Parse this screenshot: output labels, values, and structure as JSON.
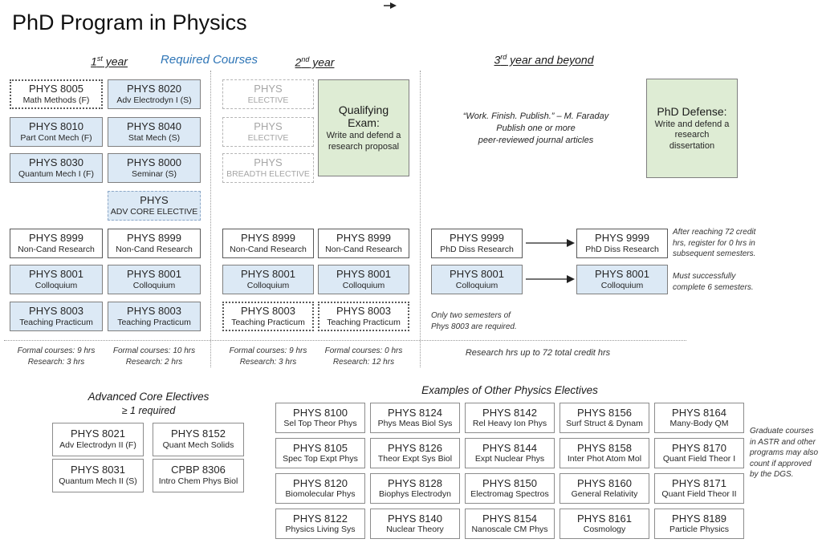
{
  "title": "PhD Program in Physics",
  "colors": {
    "blue_fill": "#dce9f5",
    "green_fill": "#deecd4",
    "accent_blue": "#2e75b6",
    "grey_text": "#a6a6a6"
  },
  "headers": {
    "required_courses": "Required Courses",
    "year1": {
      "num": "1",
      "sup": "st",
      "rest": " year"
    },
    "year2": {
      "num": "2",
      "sup": "nd",
      "rest": " year"
    },
    "year3": {
      "num": "3",
      "sup": "rd",
      "rest": " year and beyond"
    }
  },
  "courses": {
    "y1a": [
      {
        "code": "PHYS 8005",
        "name": "Math Methods (F)"
      },
      {
        "code": "PHYS 8010",
        "name": "Part Cont Mech (F)"
      },
      {
        "code": "PHYS 8030",
        "name": "Quantum Mech I (F)"
      },
      {
        "code": "PHYS 8999",
        "name": "Non-Cand Research"
      },
      {
        "code": "PHYS 8001",
        "name": "Colloquium"
      },
      {
        "code": "PHYS 8003",
        "name": "Teaching Practicum"
      }
    ],
    "y1b": [
      {
        "code": "PHYS 8020",
        "name": "Adv Electrodyn I (S)"
      },
      {
        "code": "PHYS 8040",
        "name": "Stat Mech (S)"
      },
      {
        "code": "PHYS 8000",
        "name": "Seminar (S)"
      },
      {
        "code": "PHYS",
        "name": "ADV CORE ELECTIVE"
      },
      {
        "code": "PHYS 8999",
        "name": "Non-Cand Research"
      },
      {
        "code": "PHYS 8001",
        "name": "Colloquium"
      },
      {
        "code": "PHYS 8003",
        "name": "Teaching Practicum"
      }
    ],
    "y2a": [
      {
        "code": "PHYS",
        "name": "ELECTIVE"
      },
      {
        "code": "PHYS",
        "name": "ELECTIVE"
      },
      {
        "code": "PHYS",
        "name": "BREADTH ELECTIVE"
      },
      {
        "code": "PHYS 8999",
        "name": "Non-Cand Research"
      },
      {
        "code": "PHYS 8001",
        "name": "Colloquium"
      },
      {
        "code": "PHYS 8003",
        "name": "Teaching Practicum"
      }
    ],
    "y2b": [
      {
        "code": "PHYS 8999",
        "name": "Non-Cand Research"
      },
      {
        "code": "PHYS 8001",
        "name": "Colloquium"
      },
      {
        "code": "PHYS 8003",
        "name": "Teaching Practicum"
      }
    ],
    "y3": [
      {
        "code": "PHYS 9999",
        "name": "PhD Diss Research"
      },
      {
        "code": "PHYS 9999",
        "name": "PhD Diss Research"
      },
      {
        "code": "PHYS 8001",
        "name": "Colloquium"
      },
      {
        "code": "PHYS 8001",
        "name": "Colloquium"
      }
    ]
  },
  "milestones": {
    "qualifying": {
      "title": "Qualifying Exam:",
      "body": "Write and defend a research proposal"
    },
    "defense": {
      "title": "PhD Defense:",
      "body": "Write and defend a research dissertation"
    }
  },
  "quote": {
    "line1": "“Work.  Finish. Publish.” – M. Faraday",
    "line2": "Publish one or more",
    "line3": "peer-reviewed journal articles"
  },
  "notes": {
    "credit": "After reaching 72 credit hrs, register for 0 hrs in subsequent semesters.",
    "semesters": "Must successfully complete 6 semesters.",
    "phys8003": "Only two semesters of Phys 8003 are required.",
    "research_total": "Research hrs up to 72 total credit hrs",
    "dgs": "Graduate courses in ASTR and other programs may also count if approved by the DGS."
  },
  "footers": [
    {
      "l1": "Formal courses: 9 hrs",
      "l2": "Research: 3 hrs"
    },
    {
      "l1": "Formal courses: 10 hrs",
      "l2": "Research: 2 hrs"
    },
    {
      "l1": "Formal courses: 9 hrs",
      "l2": "Research: 3 hrs"
    },
    {
      "l1": "Formal courses: 0 hrs",
      "l2": "Research: 12 hrs"
    }
  ],
  "advanced_core": {
    "title": "Advanced Core Electives",
    "subtitle": "≥ 1 required",
    "items": [
      {
        "code": "PHYS 8021",
        "name": "Adv Electrodyn II (F)"
      },
      {
        "code": "PHYS 8152",
        "name": "Quant Mech Solids"
      },
      {
        "code": "PHYS 8031",
        "name": "Quantum Mech II (S)"
      },
      {
        "code": "CPBP 8306",
        "name": "Intro Chem Phys Biol"
      }
    ]
  },
  "other_electives": {
    "title": "Examples of Other Physics Electives",
    "items": [
      {
        "code": "PHYS 8100",
        "name": "Sel Top Theor Phys"
      },
      {
        "code": "PHYS 8124",
        "name": "Phys Meas Biol Sys"
      },
      {
        "code": "PHYS 8142",
        "name": "Rel Heavy Ion Phys"
      },
      {
        "code": "PHYS 8156",
        "name": "Surf Struct & Dynam"
      },
      {
        "code": "PHYS 8164",
        "name": "Many-Body QM"
      },
      {
        "code": "PHYS 8105",
        "name": "Spec Top Expt Phys"
      },
      {
        "code": "PHYS 8126",
        "name": "Theor Expt Sys Biol"
      },
      {
        "code": "PHYS 8144",
        "name": "Expt Nuclear Phys"
      },
      {
        "code": "PHYS 8158",
        "name": "Inter Phot Atom Mol"
      },
      {
        "code": "PHYS 8170",
        "name": "Quant Field Theor I"
      },
      {
        "code": "PHYS 8120",
        "name": "Biomolecular Phys"
      },
      {
        "code": "PHYS 8128",
        "name": "Biophys Electrodyn"
      },
      {
        "code": "PHYS 8150",
        "name": "Electromag Spectros"
      },
      {
        "code": "PHYS 8160",
        "name": "General Relativity"
      },
      {
        "code": "PHYS 8171",
        "name": "Quant Field Theor II"
      },
      {
        "code": "PHYS 8122",
        "name": "Physics Living Sys"
      },
      {
        "code": "PHYS 8140",
        "name": "Nuclear Theory"
      },
      {
        "code": "PHYS 8154",
        "name": "Nanoscale CM Phys"
      },
      {
        "code": "PHYS 8161",
        "name": "Cosmology"
      },
      {
        "code": "PHYS 8189",
        "name": "Particle Physics"
      }
    ]
  }
}
